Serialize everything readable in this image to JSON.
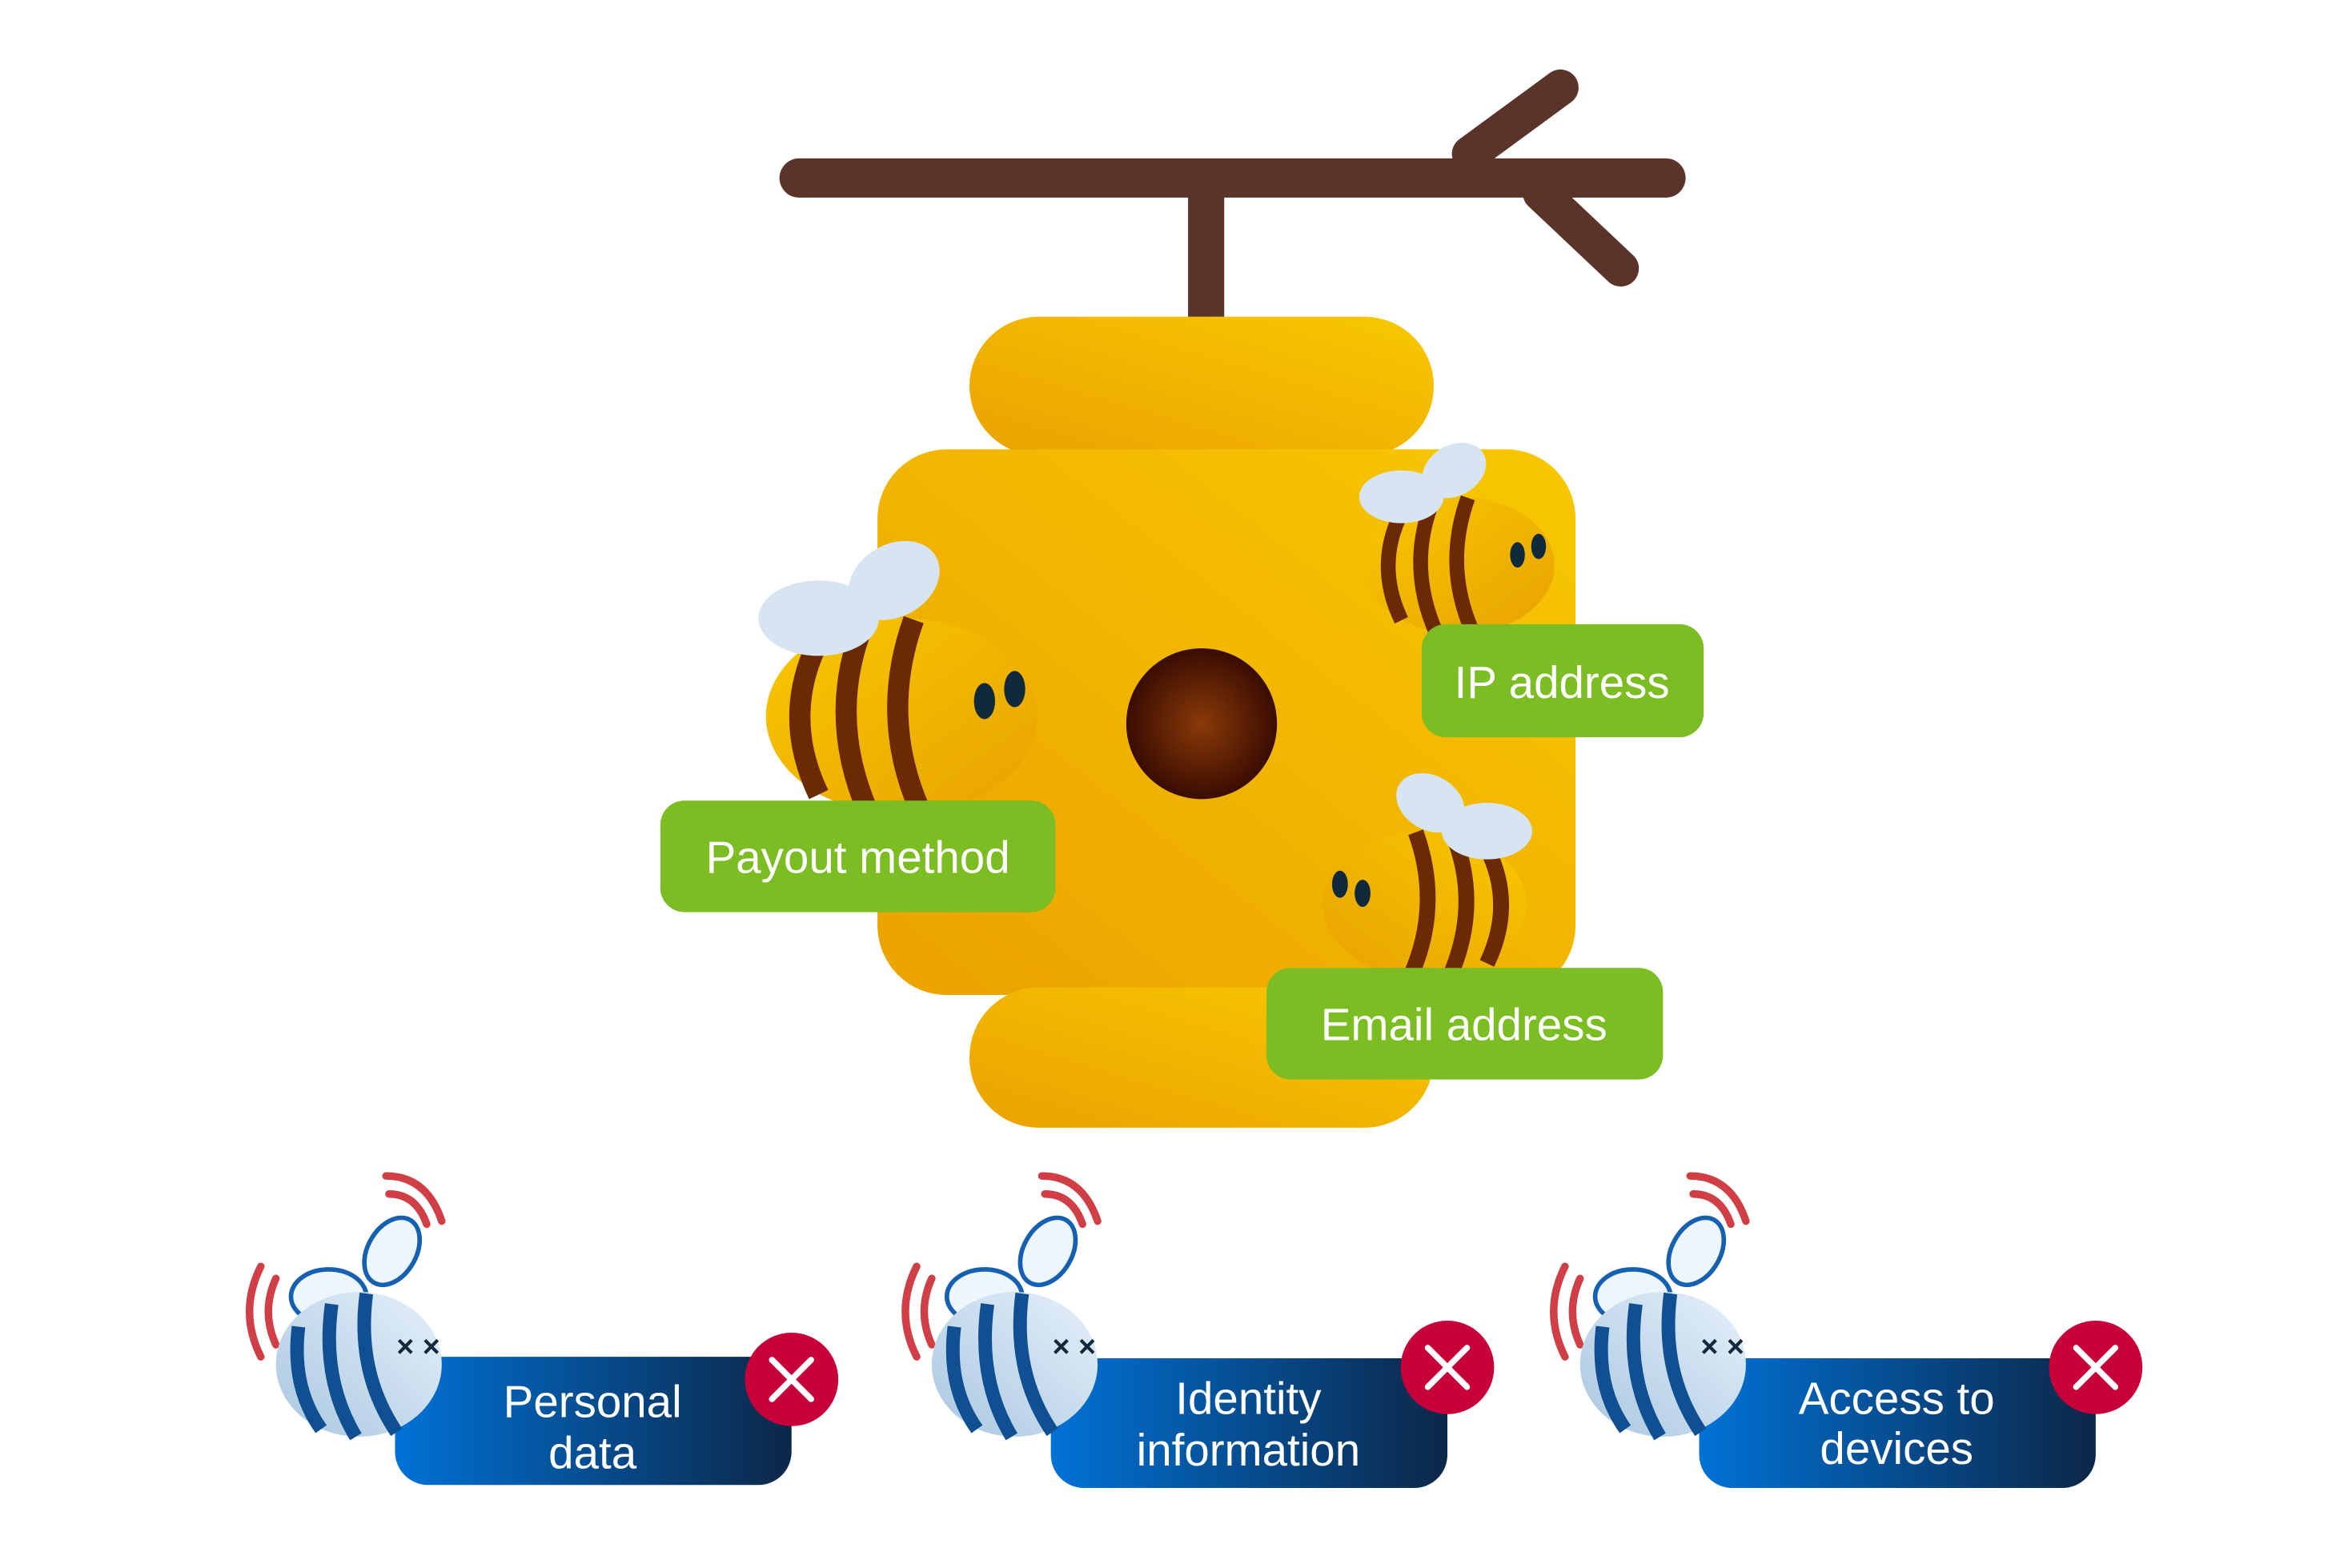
{
  "colors": {
    "branch": "#5a3329",
    "hive_light": "#f8c800",
    "hive_dark": "#eba200",
    "label_green": "#7cbd23",
    "label_blue_start": "#0072d6",
    "label_blue_end": "#0c2748",
    "reject_red": "#c8003a"
  },
  "hive_labels": {
    "payout": "Payout method",
    "ip": "IP address",
    "email": "Email address"
  },
  "rejected": [
    {
      "line1": "Personal",
      "line2": "data",
      "icon": "close-icon"
    },
    {
      "line1": "Identity",
      "line2": "information",
      "icon": "close-icon"
    },
    {
      "line1": "Access to",
      "line2": "devices",
      "icon": "close-icon"
    }
  ]
}
